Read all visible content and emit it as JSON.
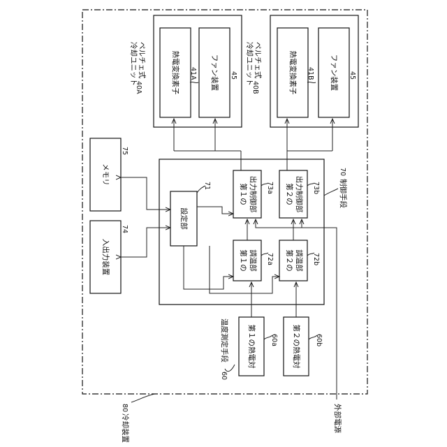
{
  "cooling_device": {
    "ref": "80",
    "label": "冷却装置"
  },
  "external_power": "外部電源",
  "units": [
    {
      "ref": "40A",
      "label_line1": "ペルチェ式",
      "label_line2": "冷却ユニット",
      "element_label": "熱電変換素子",
      "element_ref": "41A",
      "fan_label": "ファン装置",
      "fan_ref": "45"
    },
    {
      "ref": "40B",
      "label_line1": "ペルチェ式",
      "label_line2": "冷却ユニット",
      "element_label": "熱電変換素子",
      "element_ref": "41B",
      "fan_label": "ファン装置",
      "fan_ref": "45"
    }
  ],
  "memory": {
    "label": "メモリ",
    "ref": "75"
  },
  "io_device": {
    "label": "入出力装置",
    "ref": "74"
  },
  "control": {
    "ref": "70",
    "label": "制御手段"
  },
  "setting": {
    "label": "設定部",
    "ref": "71"
  },
  "output_controllers": [
    {
      "line1": "第１の",
      "line2": "出力制御部",
      "ref": "73a"
    },
    {
      "line1": "第２の",
      "line2": "出力制御部",
      "ref": "73b"
    }
  ],
  "temp_controllers": [
    {
      "line1": "第１の",
      "line2": "調温部",
      "ref": "72a"
    },
    {
      "line1": "第２の",
      "line2": "調温部",
      "ref": "72b"
    }
  ],
  "temp_measure": {
    "ref": "60",
    "label": "温度測定手段"
  },
  "thermocouples": [
    {
      "label": "第１の熱電対",
      "ref": "60a"
    },
    {
      "label": "第２の熱電対",
      "ref": "60b"
    }
  ]
}
